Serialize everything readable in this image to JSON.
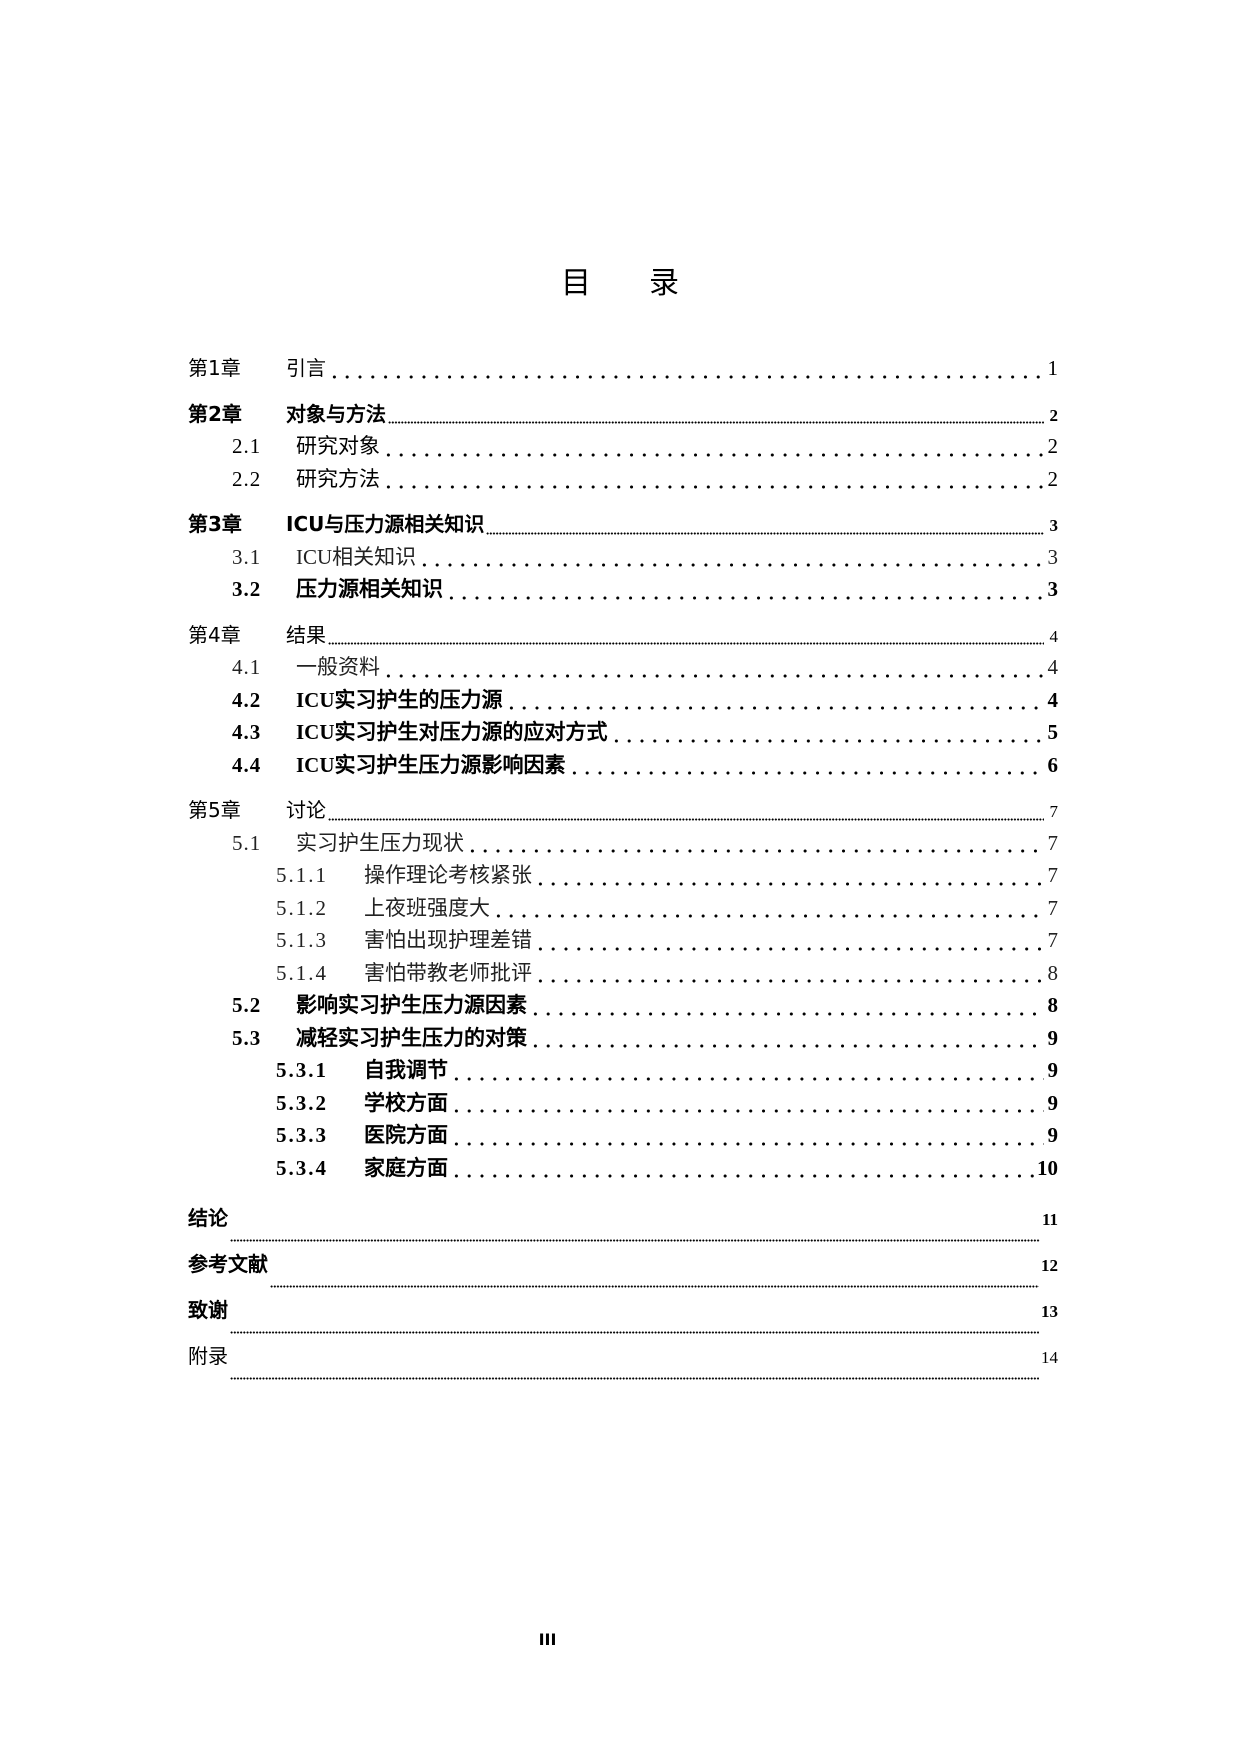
{
  "title": {
    "char1": "目",
    "char2": "录"
  },
  "toc": [
    {
      "num": "第1章",
      "label": "引言",
      "page": "1",
      "level": 1,
      "bold": false
    },
    {
      "num": "第2章",
      "label": "对象与方法",
      "page": "2",
      "level": 1,
      "bold": true
    },
    {
      "num": "2.1",
      "label": "研究对象",
      "page": "2",
      "level": 2,
      "bold": false
    },
    {
      "num": "2.2",
      "label": "研究方法",
      "page": "2",
      "level": 2,
      "bold": false
    },
    {
      "num": "第3章",
      "label": "ICU与压力源相关知识",
      "page": "3",
      "level": 1,
      "bold": true
    },
    {
      "num": "3.1",
      "label": "ICU相关知识",
      "page": "3",
      "level": 2,
      "bold": false
    },
    {
      "num": "3.2",
      "label": "压力源相关知识",
      "page": "3",
      "level": 2,
      "bold": true
    },
    {
      "num": "第4章",
      "label": "结果",
      "page": "4",
      "level": 1,
      "bold": false
    },
    {
      "num": "4.1",
      "label": "一般资料",
      "page": "4",
      "level": 2,
      "bold": false
    },
    {
      "num": "4.2",
      "label": "ICU实习护生的压力源",
      "page": "4",
      "level": 2,
      "bold": true
    },
    {
      "num": "4.3",
      "label": "ICU实习护生对压力源的应对方式",
      "page": "5",
      "level": 2,
      "bold": true
    },
    {
      "num": "4.4",
      "label": "ICU实习护生压力源影响因素",
      "page": "6",
      "level": 2,
      "bold": true
    },
    {
      "num": "第5章",
      "label": "讨论",
      "page": "7",
      "level": 1,
      "bold": false
    },
    {
      "num": "5.1",
      "label": "实习护生压力现状",
      "page": "7",
      "level": 2,
      "bold": false
    },
    {
      "num": "5.1.1",
      "label": "操作理论考核紧张",
      "page": "7",
      "level": 3,
      "bold": false
    },
    {
      "num": "5.1.2",
      "label": "上夜班强度大",
      "page": "7",
      "level": 3,
      "bold": false
    },
    {
      "num": "5.1.3",
      "label": "害怕出现护理差错",
      "page": "7",
      "level": 3,
      "bold": false
    },
    {
      "num": "5.1.4",
      "label": "害怕带教老师批评",
      "page": "8",
      "level": 3,
      "bold": false
    },
    {
      "num": "5.2",
      "label": "影响实习护生压力源因素",
      "page": "8",
      "level": 2,
      "bold": true
    },
    {
      "num": "5.3",
      "label": "减轻实习护生压力的对策",
      "page": "9",
      "level": 2,
      "bold": true
    },
    {
      "num": "5.3.1",
      "label": "自我调节",
      "page": "9",
      "level": 3,
      "bold": true
    },
    {
      "num": "5.3.2",
      "label": "学校方面",
      "page": "9",
      "level": 3,
      "bold": true
    },
    {
      "num": "5.3.3",
      "label": "医院方面",
      "page": "9",
      "level": 3,
      "bold": true
    },
    {
      "num": "5.3.4",
      "label": "家庭方面",
      "page": "10",
      "level": 3,
      "bold": true
    },
    {
      "num": "",
      "label": "结论",
      "page": "11",
      "level": 1,
      "bold": true
    },
    {
      "num": "",
      "label": "参考文献",
      "page": "12",
      "level": 1,
      "bold": true
    },
    {
      "num": "",
      "label": "致谢",
      "page": "13",
      "level": 1,
      "bold": true
    },
    {
      "num": "",
      "label": "附录",
      "page": "14",
      "level": 1,
      "bold": false
    }
  ],
  "footer": {
    "page_number": "III"
  }
}
